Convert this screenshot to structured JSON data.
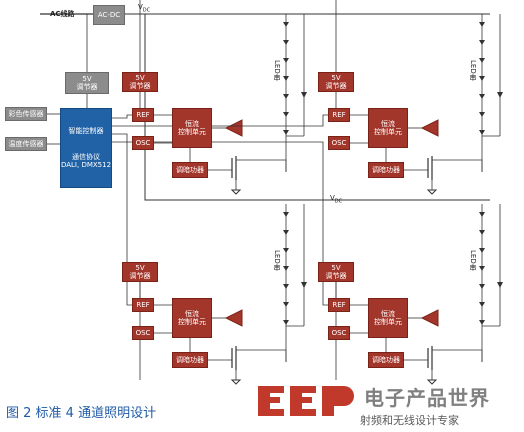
{
  "input": {
    "ac_line": "AC线路",
    "acdc": "AC-DC",
    "vdc": "V",
    "vdc_sub": "DC"
  },
  "main": {
    "reg5v": "5V\n调节器",
    "controller": "智能控制器",
    "protocol": "通信协议\nDALI, DMX512",
    "color_sensor": "彩色传感器",
    "temp_sensor": "温度传感器"
  },
  "channel": {
    "reg5v": "5V\n调节器",
    "ref": "REF",
    "osc": "OSC",
    "cc": "恒流\n控制单元",
    "dimmer": "调暗功器",
    "led": "LED串"
  },
  "caption": "图 2  标准 4 通道照明设计",
  "watermark": {
    "brand": "电子产品世界",
    "logo_letters": "EEP",
    "sub": "射频和无线设计专家"
  },
  "colors": {
    "gray_block": "#8c8c8c",
    "red_block": "#a3362b",
    "blue_block": "#2162a6",
    "caption": "#1f5aa8",
    "watermark": "#c0392b"
  }
}
